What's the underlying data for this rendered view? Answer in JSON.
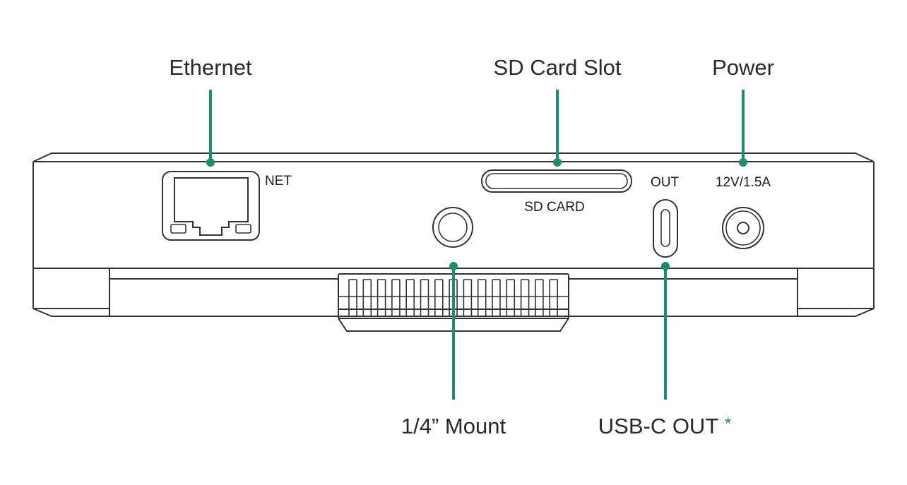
{
  "title": "Device side panel port diagram",
  "accent_color": "#1a8f6f",
  "callouts": {
    "ethernet": "Ethernet",
    "sd_card_slot": "SD Card Slot",
    "power": "Power",
    "mount": "1/4” Mount",
    "usb_c_out": "USB-C OUT",
    "usb_c_out_note_marker": "*"
  },
  "panel_labels": {
    "net": "NET",
    "sd_card": "SD CARD",
    "out": "OUT",
    "power_rating": "12V/1.5A"
  }
}
